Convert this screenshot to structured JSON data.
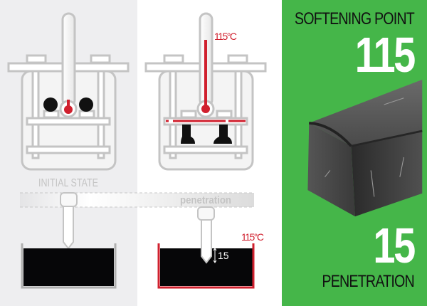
{
  "left_panel": {
    "label": "INITIAL STATE"
  },
  "middle_panel": {
    "temperature_label": "115°C"
  },
  "penetration_test": {
    "band_label": "penetration",
    "temperature_label": "115°C",
    "depth_label": "15"
  },
  "summary": {
    "softening_point_label": "SOFTENING POINT",
    "softening_point_value": "115",
    "penetration_value": "15",
    "penetration_label": "PENETRATION"
  },
  "colors": {
    "accent_red": "#d0202e",
    "green": "#45b649",
    "gray_bg": "#eeeef0",
    "outline_gray": "#c4c4c4"
  }
}
